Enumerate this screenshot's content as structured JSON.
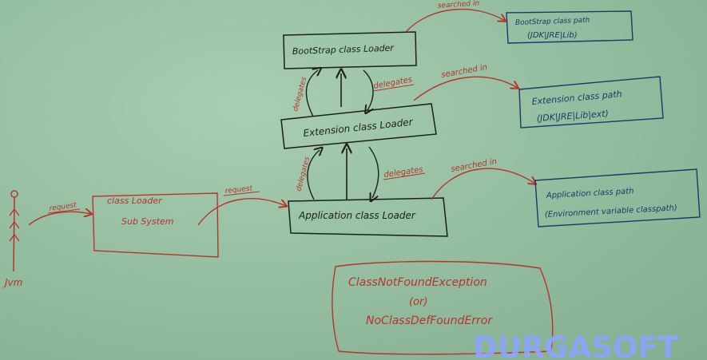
{
  "nodes": {
    "bootstrap": "BootStrap class Loader",
    "extension": "Extension class Loader",
    "application": "Application class Loader",
    "subsystem_line1": "class Loader",
    "subsystem_line2": "Sub System",
    "jvm": "Jvm"
  },
  "paths": {
    "bootstrap_line1": "BootStrap class path",
    "bootstrap_line2": "(JDK|JRE|Lib)",
    "extension_line1": "Extension class path",
    "extension_line2": "(JDK|JRE|Lib|ext)",
    "application_line1": "Application class path",
    "application_line2": "(Environment variable classpath)"
  },
  "edges": {
    "request_1": "request",
    "request_2": "request",
    "searched_in_1": "searched in",
    "searched_in_2": "searched in",
    "searched_in_3": "searched in",
    "delegates_1": "delegates",
    "delegates_2": "delegates",
    "delegates_3": "delegates",
    "delegates_4": "delegates"
  },
  "exceptions": {
    "line1": "ClassNotFoundException",
    "line2": "(or)",
    "line3": "NoClassDefFoundError"
  },
  "watermark": "DURGASOFT",
  "colors": {
    "board": "#97bfa1",
    "black_marker": "#1c1f1c",
    "red_marker": "#b5352d",
    "blue_marker": "#1c3a66",
    "watermark": "#8ea2ff"
  }
}
